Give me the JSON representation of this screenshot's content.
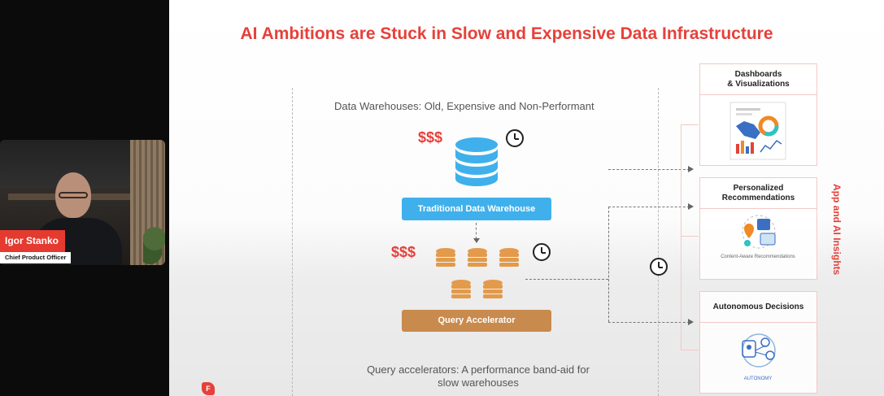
{
  "presenter": {
    "name": "Igor Stanko",
    "role": "Chief Product Officer"
  },
  "slide": {
    "title": "AI Ambitions are Stuck in Slow and Expensive Data Infrastructure",
    "warehouse_section": {
      "subtitle": "Data Warehouses: Old, Expensive and Non-Performant",
      "cost_label": "$$$",
      "button_label": "Traditional Data Warehouse"
    },
    "accelerator_section": {
      "cost_label": "$$$",
      "button_label": "Query Accelerator",
      "caption_line1": "Query accelerators: A performance band-aid for",
      "caption_line2": "slow warehouses"
    },
    "cards": [
      {
        "title_line1": "Dashboards",
        "title_line2": "& Visualizations",
        "icon": "dashboard-illustration-icon"
      },
      {
        "title_line1": "Personalized",
        "title_line2": "Recommendations",
        "icon": "recommendations-illustration-icon",
        "inner_text": "Content-Aware Recommendations"
      },
      {
        "title_line1": "Autonomous Decisions",
        "title_line2": "",
        "icon": "autonomy-illustration-icon",
        "inner_text": "AUTONOMY"
      }
    ],
    "side_label": "App and AI Insights",
    "logo_letter": "F"
  },
  "colors": {
    "accent_red": "#e5413a",
    "warehouse_blue": "#3fb0ec",
    "accelerator_brown": "#c98a4d",
    "coin_orange": "#e39a4b"
  }
}
